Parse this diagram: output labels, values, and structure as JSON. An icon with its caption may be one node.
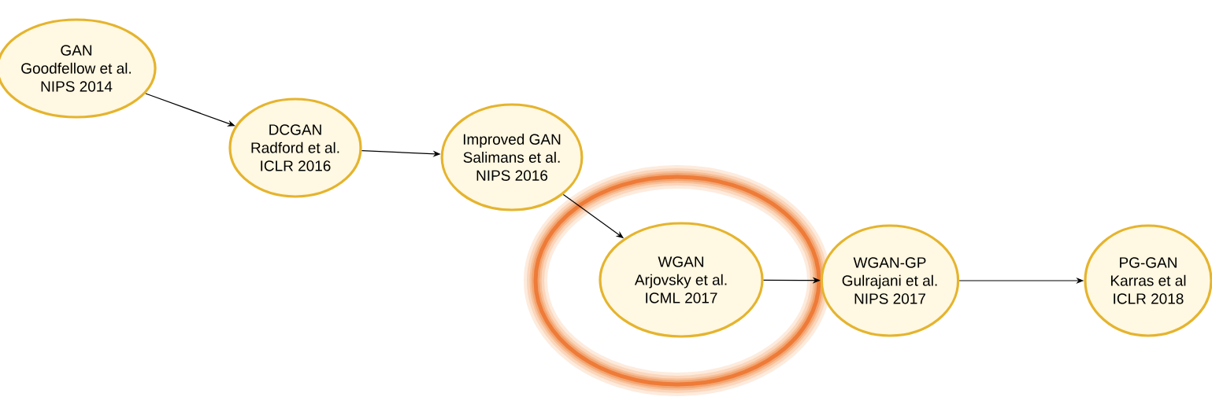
{
  "diagram": {
    "nodes": [
      {
        "text": [
          "GAN",
          "Goodfellow et al.",
          "NIPS 2014"
        ]
      },
      {
        "text": [
          "DCGAN",
          "Radford et al.",
          "ICLR 2016"
        ]
      },
      {
        "text": [
          "Improved GAN",
          "Salimans et al.",
          "NIPS 2016"
        ]
      },
      {
        "text": [
          "WGAN",
          "Arjovsky et al.",
          "ICML 2017"
        ]
      },
      {
        "text": [
          "WGAN-GP",
          "Gulrajani et al.",
          "NIPS 2017"
        ]
      },
      {
        "text": [
          "PG-GAN",
          "Karras et al",
          "ICLR 2018"
        ]
      }
    ],
    "edges": [
      {
        "from": 0,
        "to": 1,
        "arrow": "to"
      },
      {
        "from": 1,
        "to": 2,
        "arrow": "to"
      },
      {
        "from": 2,
        "to": 3,
        "arrow": "to"
      },
      {
        "from": 3,
        "to": 4,
        "arrow": "to"
      },
      {
        "from": 4,
        "to": 5,
        "arrow": "to"
      }
    ]
  }
}
